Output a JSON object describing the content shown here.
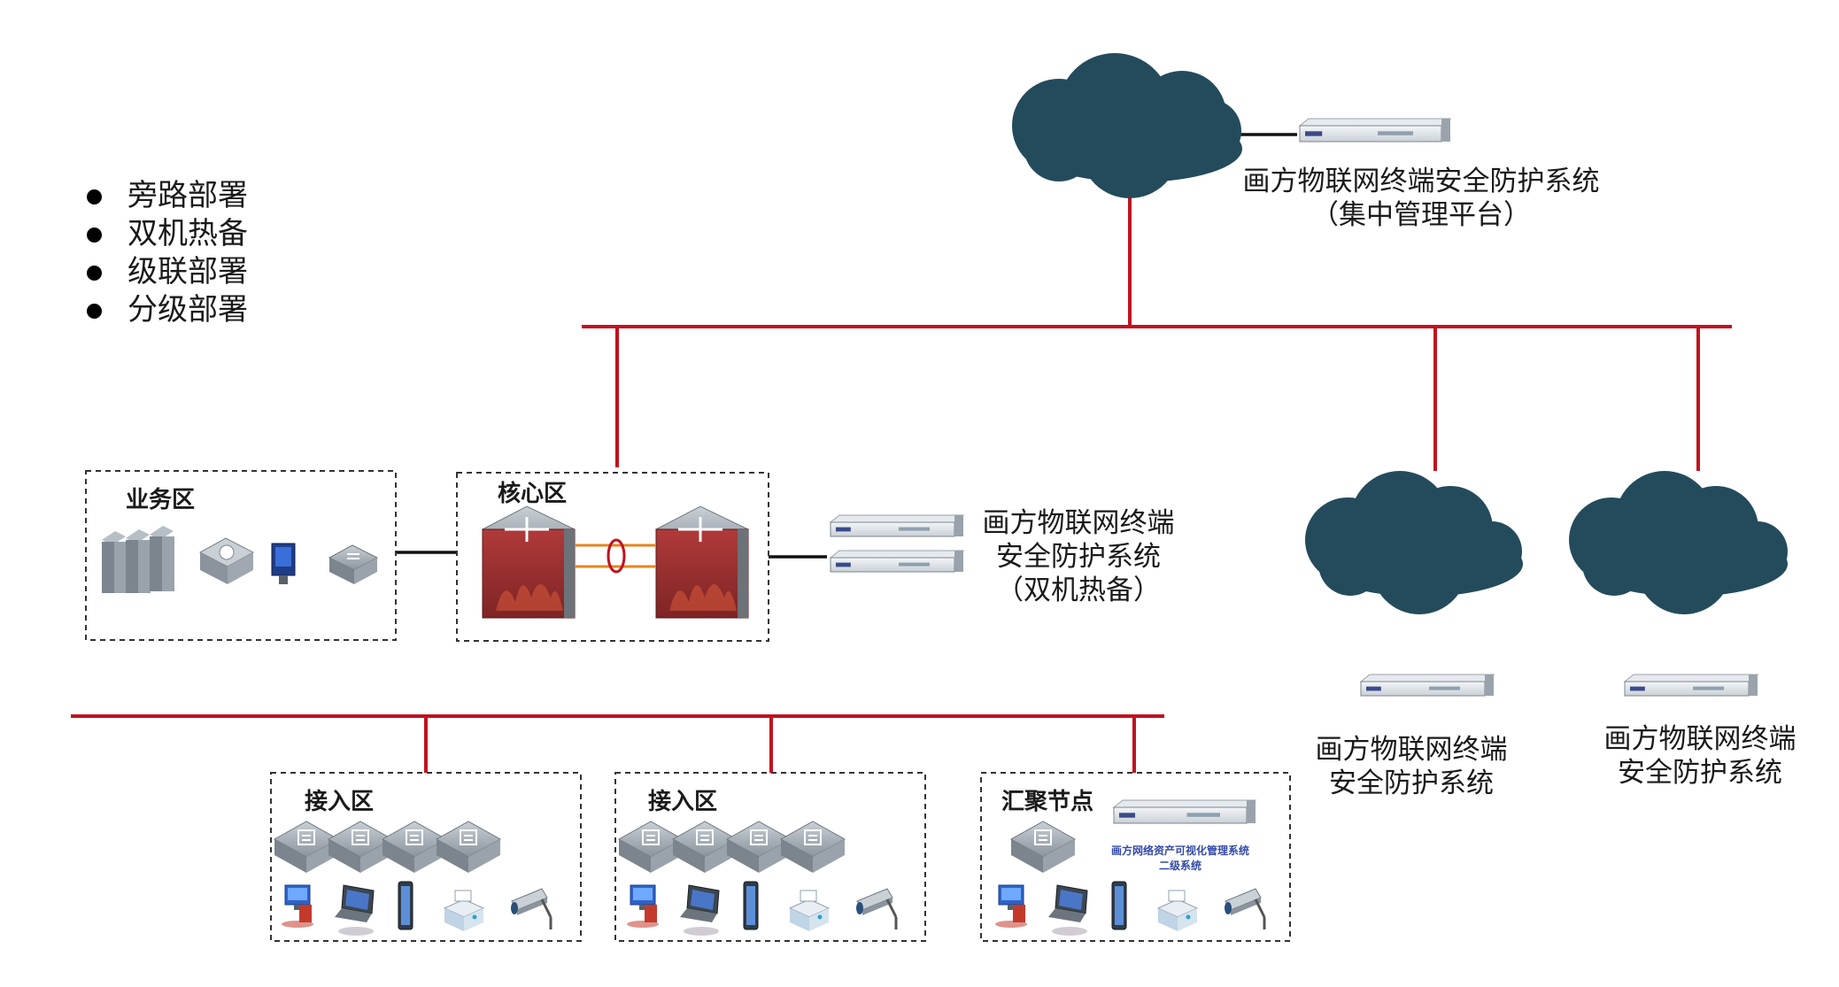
{
  "bullets": [
    "旁路部署",
    "双机热备",
    "级联部署",
    "分级部署"
  ],
  "zones": {
    "business": "业务区",
    "core": "核心区",
    "access_1": "接入区",
    "access_2": "接入区",
    "aggregation": "汇聚节点"
  },
  "captions": {
    "top": [
      "画方物联网终端安全防护系统",
      "（集中管理平台）"
    ],
    "core": [
      "画方物联网终端",
      "安全防护系统",
      "（双机热备）"
    ],
    "branch_1": [
      "画方物联网终端",
      "安全防护系统"
    ],
    "branch_2": [
      "画方物联网终端",
      "安全防护系统"
    ],
    "aggregation_server": [
      "画方网络资产可视化管理系统",
      "二级系统"
    ]
  },
  "colors": {
    "cloud": "#244b5c",
    "network_line": "#c1121f",
    "link_line": "#111111",
    "firewall": "#9c2f2f",
    "switch": "#9aa3ab",
    "server": "#7c858d",
    "dashed_border": "#333333"
  },
  "icons": [
    "cloud-icon",
    "server-appliance-icon",
    "core-switch-firewall-icon",
    "access-switch-icon",
    "pc-icon",
    "laptop-icon",
    "tablet-icon",
    "printer-icon",
    "camera-icon"
  ]
}
